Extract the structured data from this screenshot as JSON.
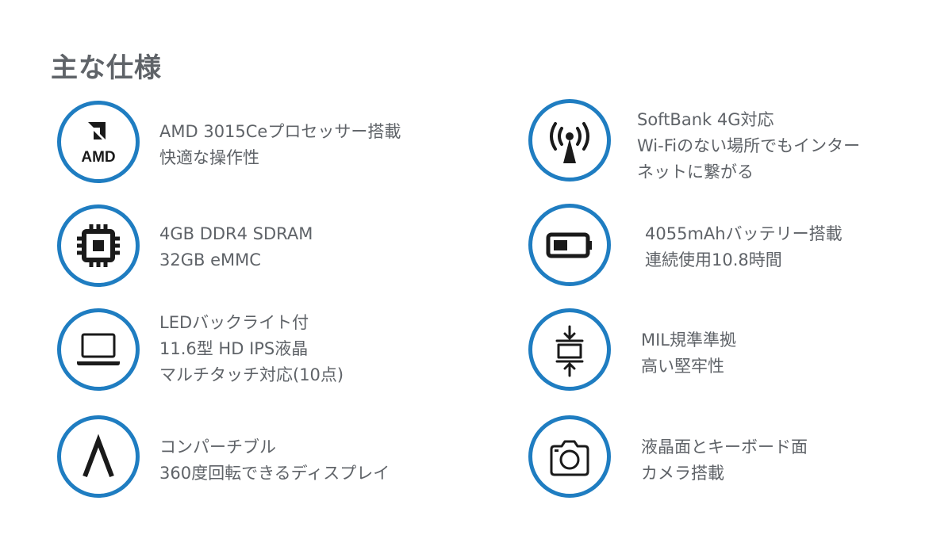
{
  "page": {
    "title": "主な仕様"
  },
  "colors": {
    "accent": "#1f7dc1",
    "text": "#5f6368",
    "icon": "#1a1a1a"
  },
  "features": [
    {
      "icon": "amd-logo-icon",
      "icon_text": "AMD",
      "lines": [
        "AMD 3015Ceプロセッサー搭載",
        "快適な操作性"
      ]
    },
    {
      "icon": "cpu-chip-icon",
      "lines": [
        "4GB DDR4 SDRAM",
        "32GB eMMC"
      ]
    },
    {
      "icon": "laptop-icon",
      "lines": [
        "LEDバックライト付",
        "11.6型 HD IPS液晶",
        "マルチタッチ対応(10点)"
      ]
    },
    {
      "icon": "convertible-hinge-icon",
      "lines": [
        "コンパーチブル",
        "360度回転できるディスプレイ"
      ]
    },
    {
      "icon": "antenna-signal-icon",
      "lines": [
        "SoftBank 4G対応",
        "Wi-Fiのない場所でもインター",
        "ネットに繋がる"
      ]
    },
    {
      "icon": "battery-icon",
      "lines": [
        "4055mAhバッテリー搭載",
        "連続使用10.8時間"
      ]
    },
    {
      "icon": "compression-test-icon",
      "lines": [
        "MIL規準準拠",
        "高い堅牢性"
      ]
    },
    {
      "icon": "camera-icon",
      "lines": [
        "液晶面とキーボード面",
        "カメラ搭載"
      ]
    }
  ]
}
